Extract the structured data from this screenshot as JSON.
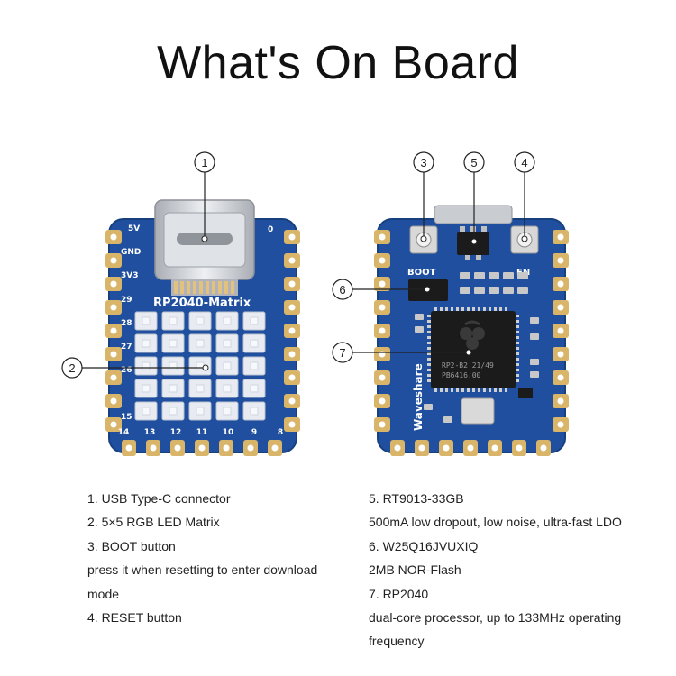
{
  "title": "What's On Board",
  "left_board": {
    "name": "RP2040-Matrix",
    "labels": {
      "v5": "5V",
      "gnd": "GND",
      "v3": "3V3",
      "zero": "0",
      "left_pins": [
        "29",
        "28",
        "27",
        "26",
        "15"
      ],
      "bottom_pins": [
        "14",
        "13",
        "12",
        "11",
        "10",
        "9",
        "8"
      ]
    }
  },
  "right_board": {
    "boot": "BOOT",
    "en": "EN",
    "brand": "Waveshare",
    "chip_lines": [
      "RP2-B2   21/49",
      "PB6416.00"
    ]
  },
  "callouts": [
    "1",
    "2",
    "3",
    "4",
    "5",
    "6",
    "7"
  ],
  "legend_left": [
    "1. USB Type-C connector",
    "2. 5×5 RGB LED Matrix",
    "3. BOOT button",
    "press it when resetting to enter download",
    "mode",
    "4. RESET button"
  ],
  "legend_right": [
    "5. RT9013-33GB",
    "500mA low dropout, low noise, ultra-fast LDO",
    "6. W25Q16JVUXIQ",
    "2MB NOR-Flash",
    "7. RP2040",
    "dual-core processor, up to 133MHz operating",
    "frequency"
  ],
  "colors": {
    "pcb": "#1f4f9e",
    "pcb_edge": "#17407f",
    "pad_gold": "#d9b56a",
    "usb_metal": "#c9ccd1",
    "chip": "#1b1b1b",
    "led": "#e8ecf2"
  }
}
